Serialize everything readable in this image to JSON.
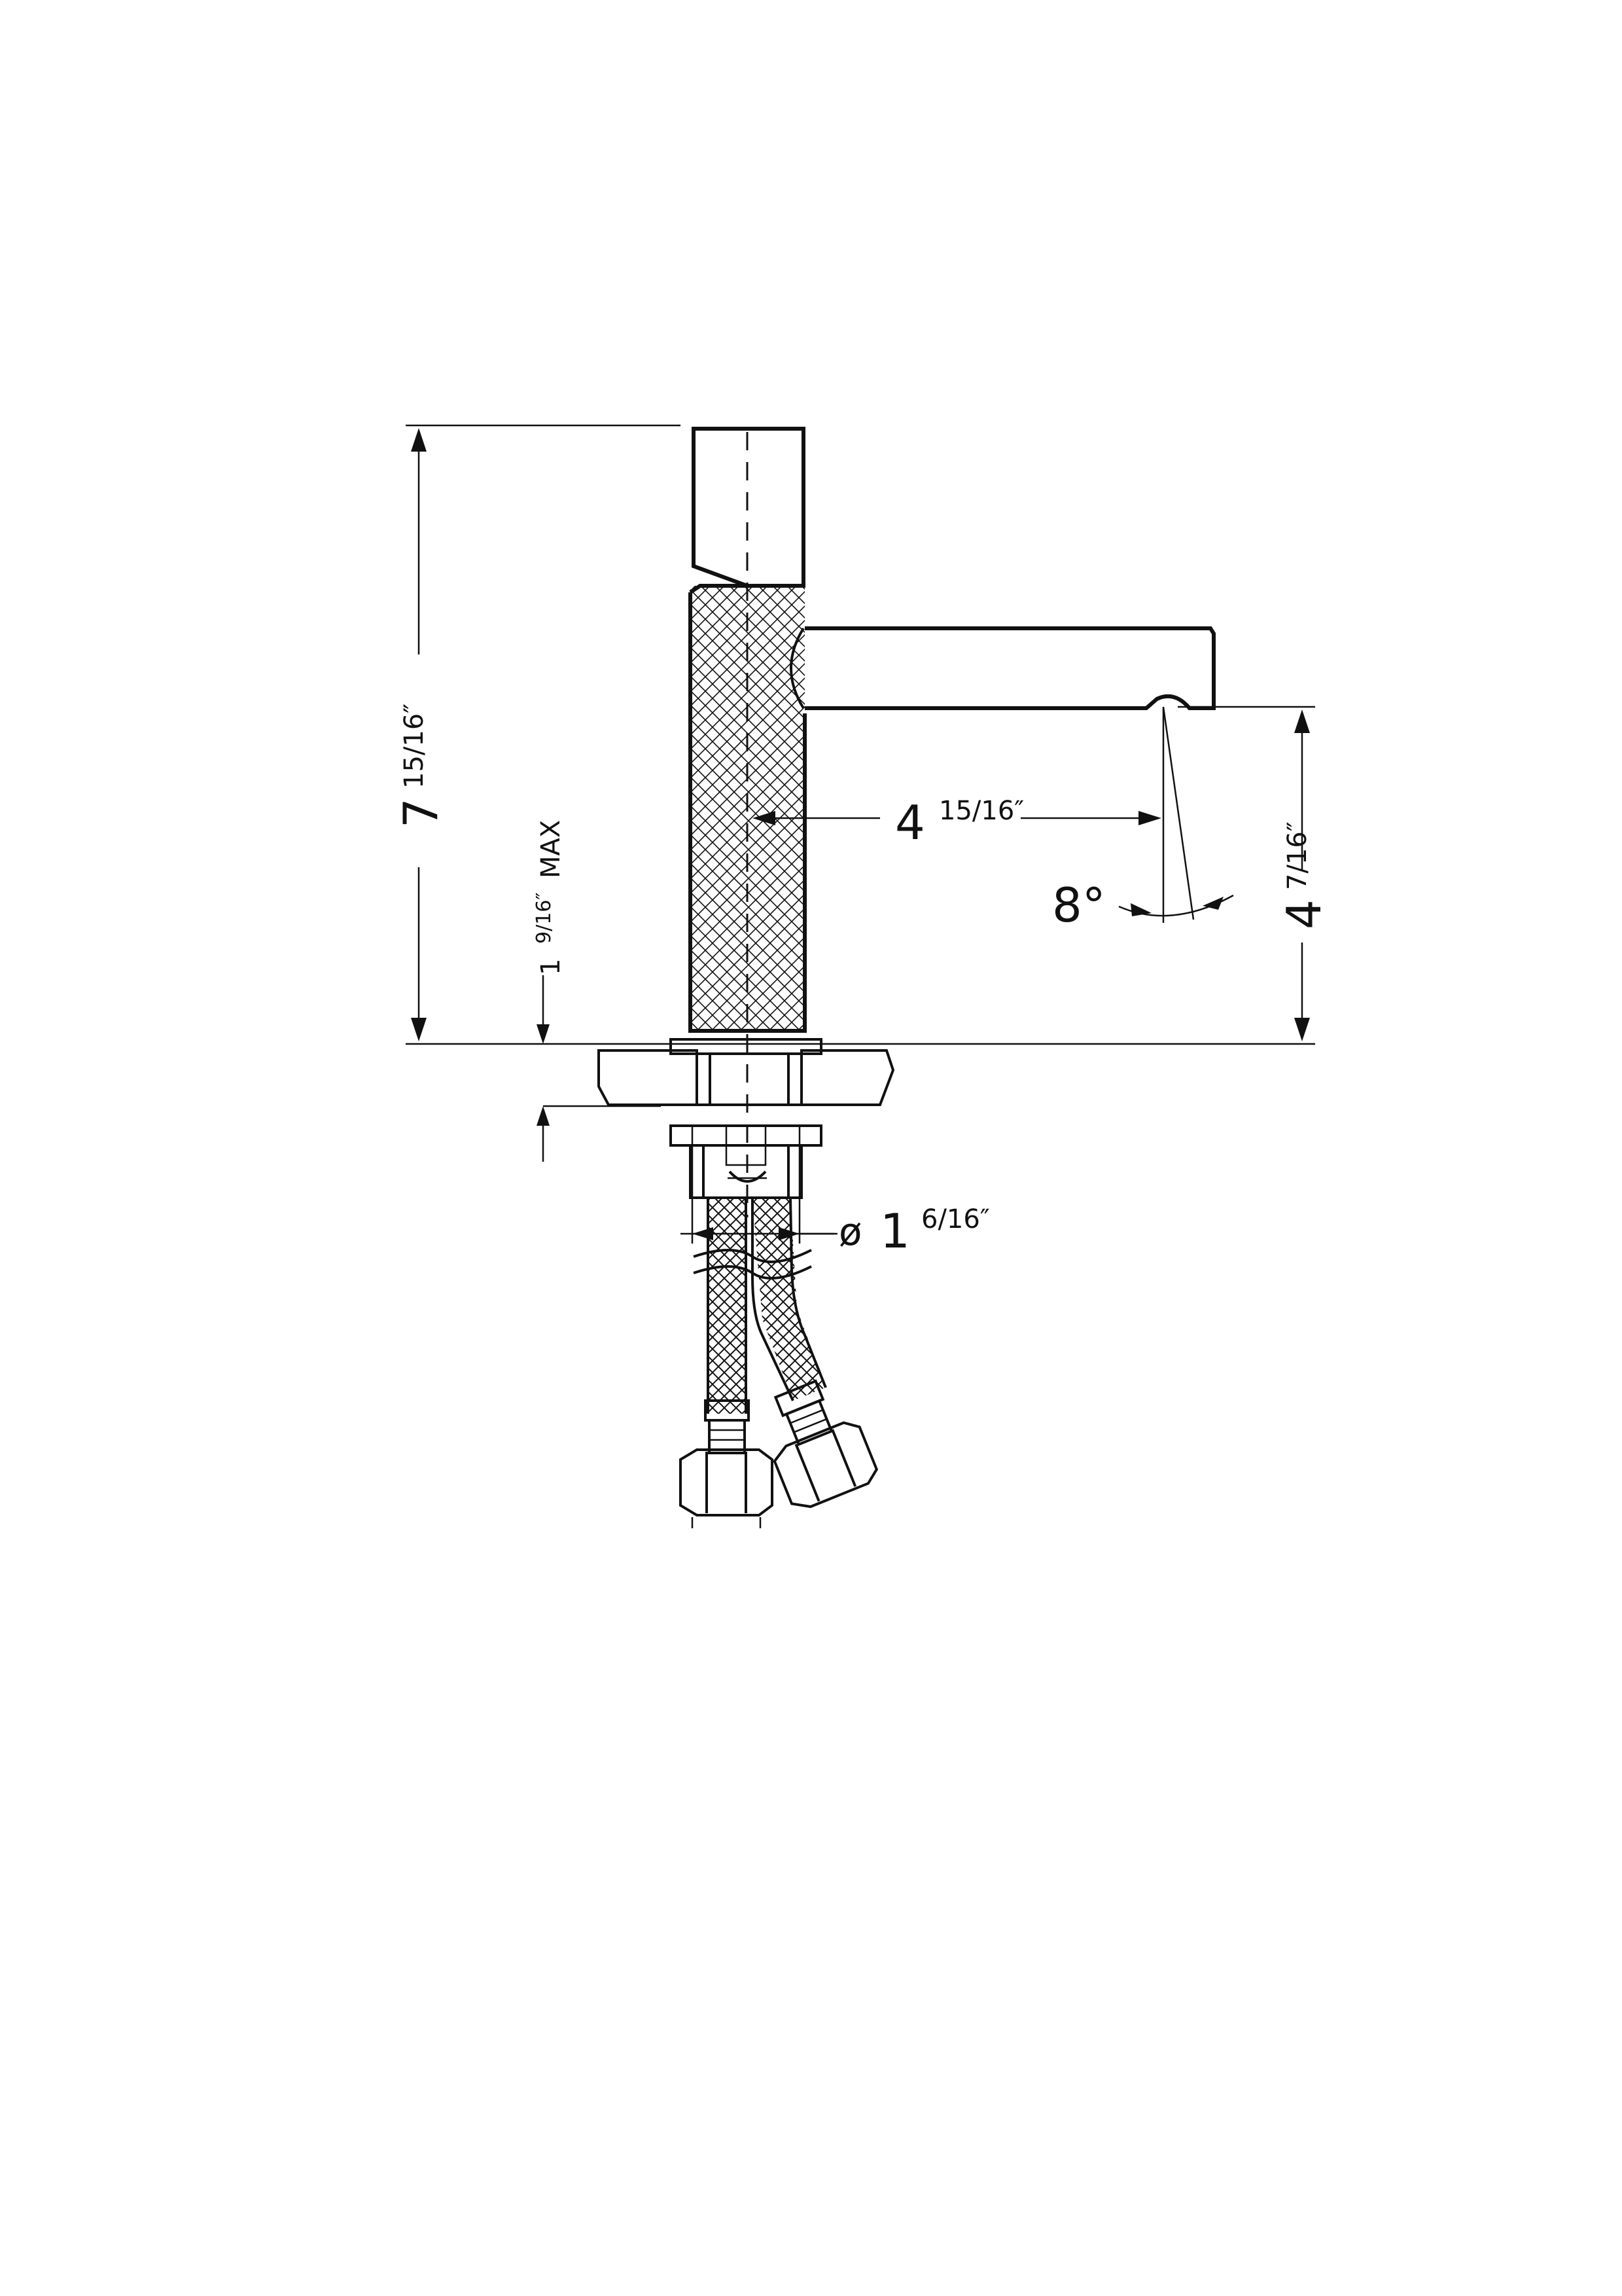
{
  "dimensions": {
    "total_height": {
      "whole": "7",
      "fraction": "15/16″"
    },
    "counter_thickness": {
      "whole": "1",
      "fraction": "9/16″",
      "suffix": "MAX"
    },
    "spout_reach": {
      "whole": "4",
      "fraction": "15/16″"
    },
    "spout_height": {
      "whole": "4",
      "fraction": "7/16″"
    },
    "spout_angle": {
      "value": "8°"
    },
    "body_diameter": {
      "symbol": "ø",
      "whole": "1",
      "fraction": "6/16″"
    }
  },
  "colors": {
    "ink": "#111111",
    "paper": "#ffffff"
  }
}
